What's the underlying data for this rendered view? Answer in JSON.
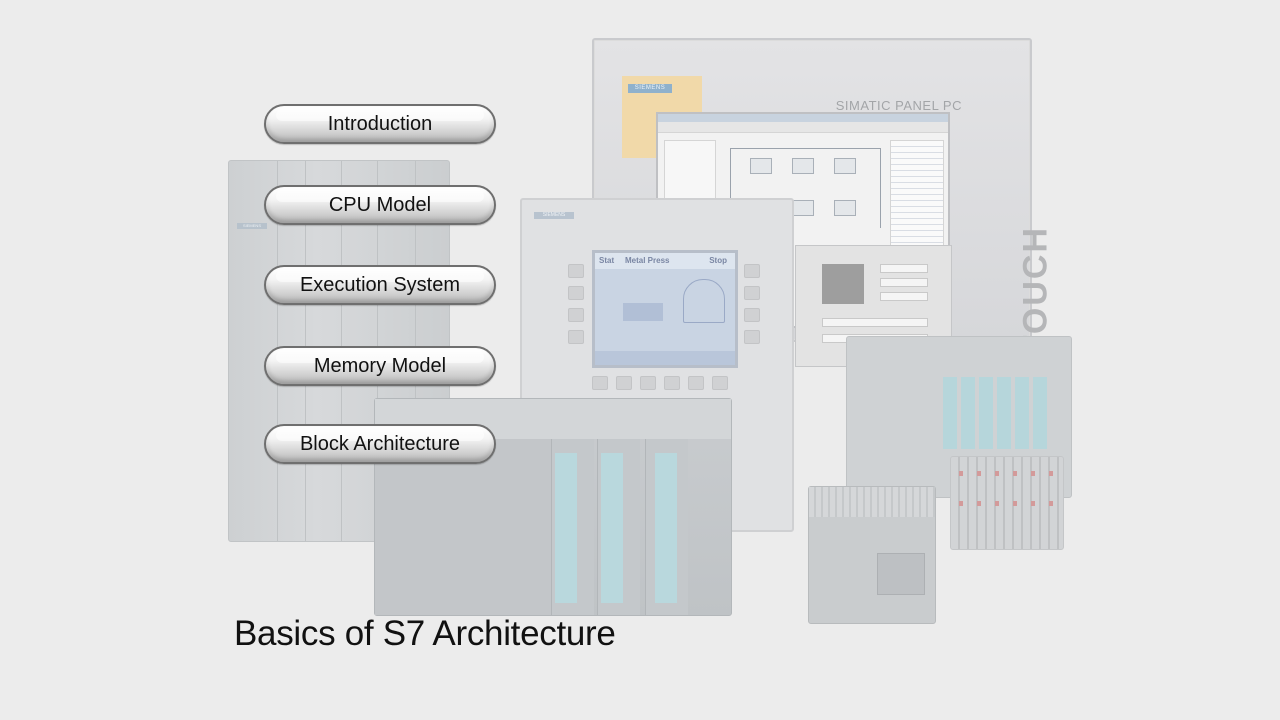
{
  "hardware": {
    "panel_brand": "SIEMENS",
    "panel_label": "SIMATIC PANEL PC",
    "panel_touch": "TOUCH",
    "hmi_brand": "SIEMENS",
    "hmi_screen_title": "Metal Press",
    "hmi_screen_left": "Stat",
    "hmi_screen_right": "Stop",
    "rack_brand": "SIEMENS"
  },
  "menu": {
    "items": [
      {
        "label": "Introduction"
      },
      {
        "label": "CPU Model"
      },
      {
        "label": "Execution System"
      },
      {
        "label": "Memory Model"
      },
      {
        "label": "Block Architecture"
      }
    ]
  },
  "page": {
    "title": "Basics of S7 Architecture"
  }
}
